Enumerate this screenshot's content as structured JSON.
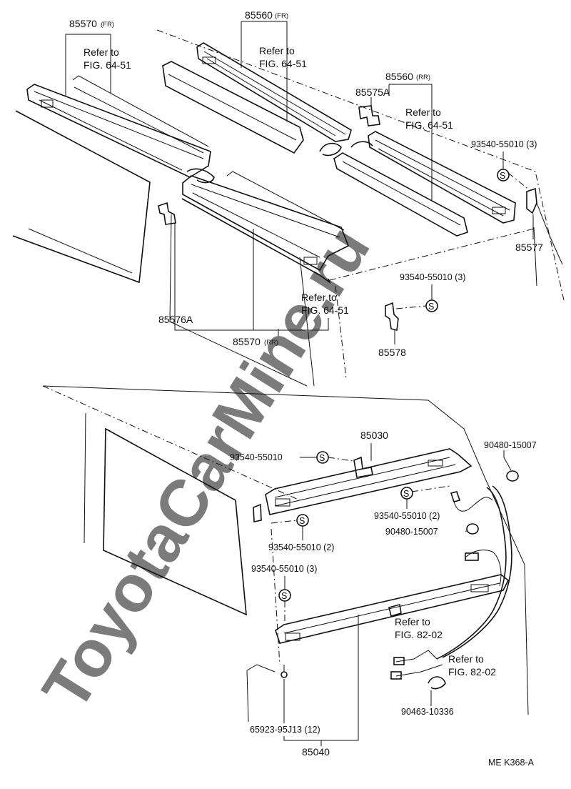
{
  "watermark": "ToyotaCarMine.ru",
  "code": "ME  K368-A",
  "symbol_s": "S",
  "labels": {
    "p85570_fr": "85570",
    "p85570_fr_tag": "(FR)",
    "p85560_fr": "85560",
    "p85560_fr_tag": "(FR)",
    "p85560_rr": "85560",
    "p85560_rr_tag": "(RR)",
    "p85575a": "85575A",
    "p85577": "85577",
    "p85576a": "85576A",
    "p85570_rr": "85570",
    "p85570_rr_tag": "(RR)",
    "p85578": "85578",
    "p85030": "85030",
    "p85040": "85040",
    "b93540_top": "93540-55010  (3)",
    "b93540_mid": "93540-55010  (3)",
    "b93540_85030": "93540-55010",
    "b93540_right2": "93540-55010  (2)",
    "b93540_left2": "93540-55010  (2)",
    "b93540_left3": "93540-55010  (3)",
    "g90480_top": "90480-15007",
    "g90480_mid": "90480-15007",
    "c90463": "90463-10336",
    "s65923": "65923-95J13 (12)"
  },
  "refs": {
    "refer_to": "Refer to",
    "fig_64_51": "FIG. 64-51",
    "fig_82_02": "FIG. 82-02"
  }
}
